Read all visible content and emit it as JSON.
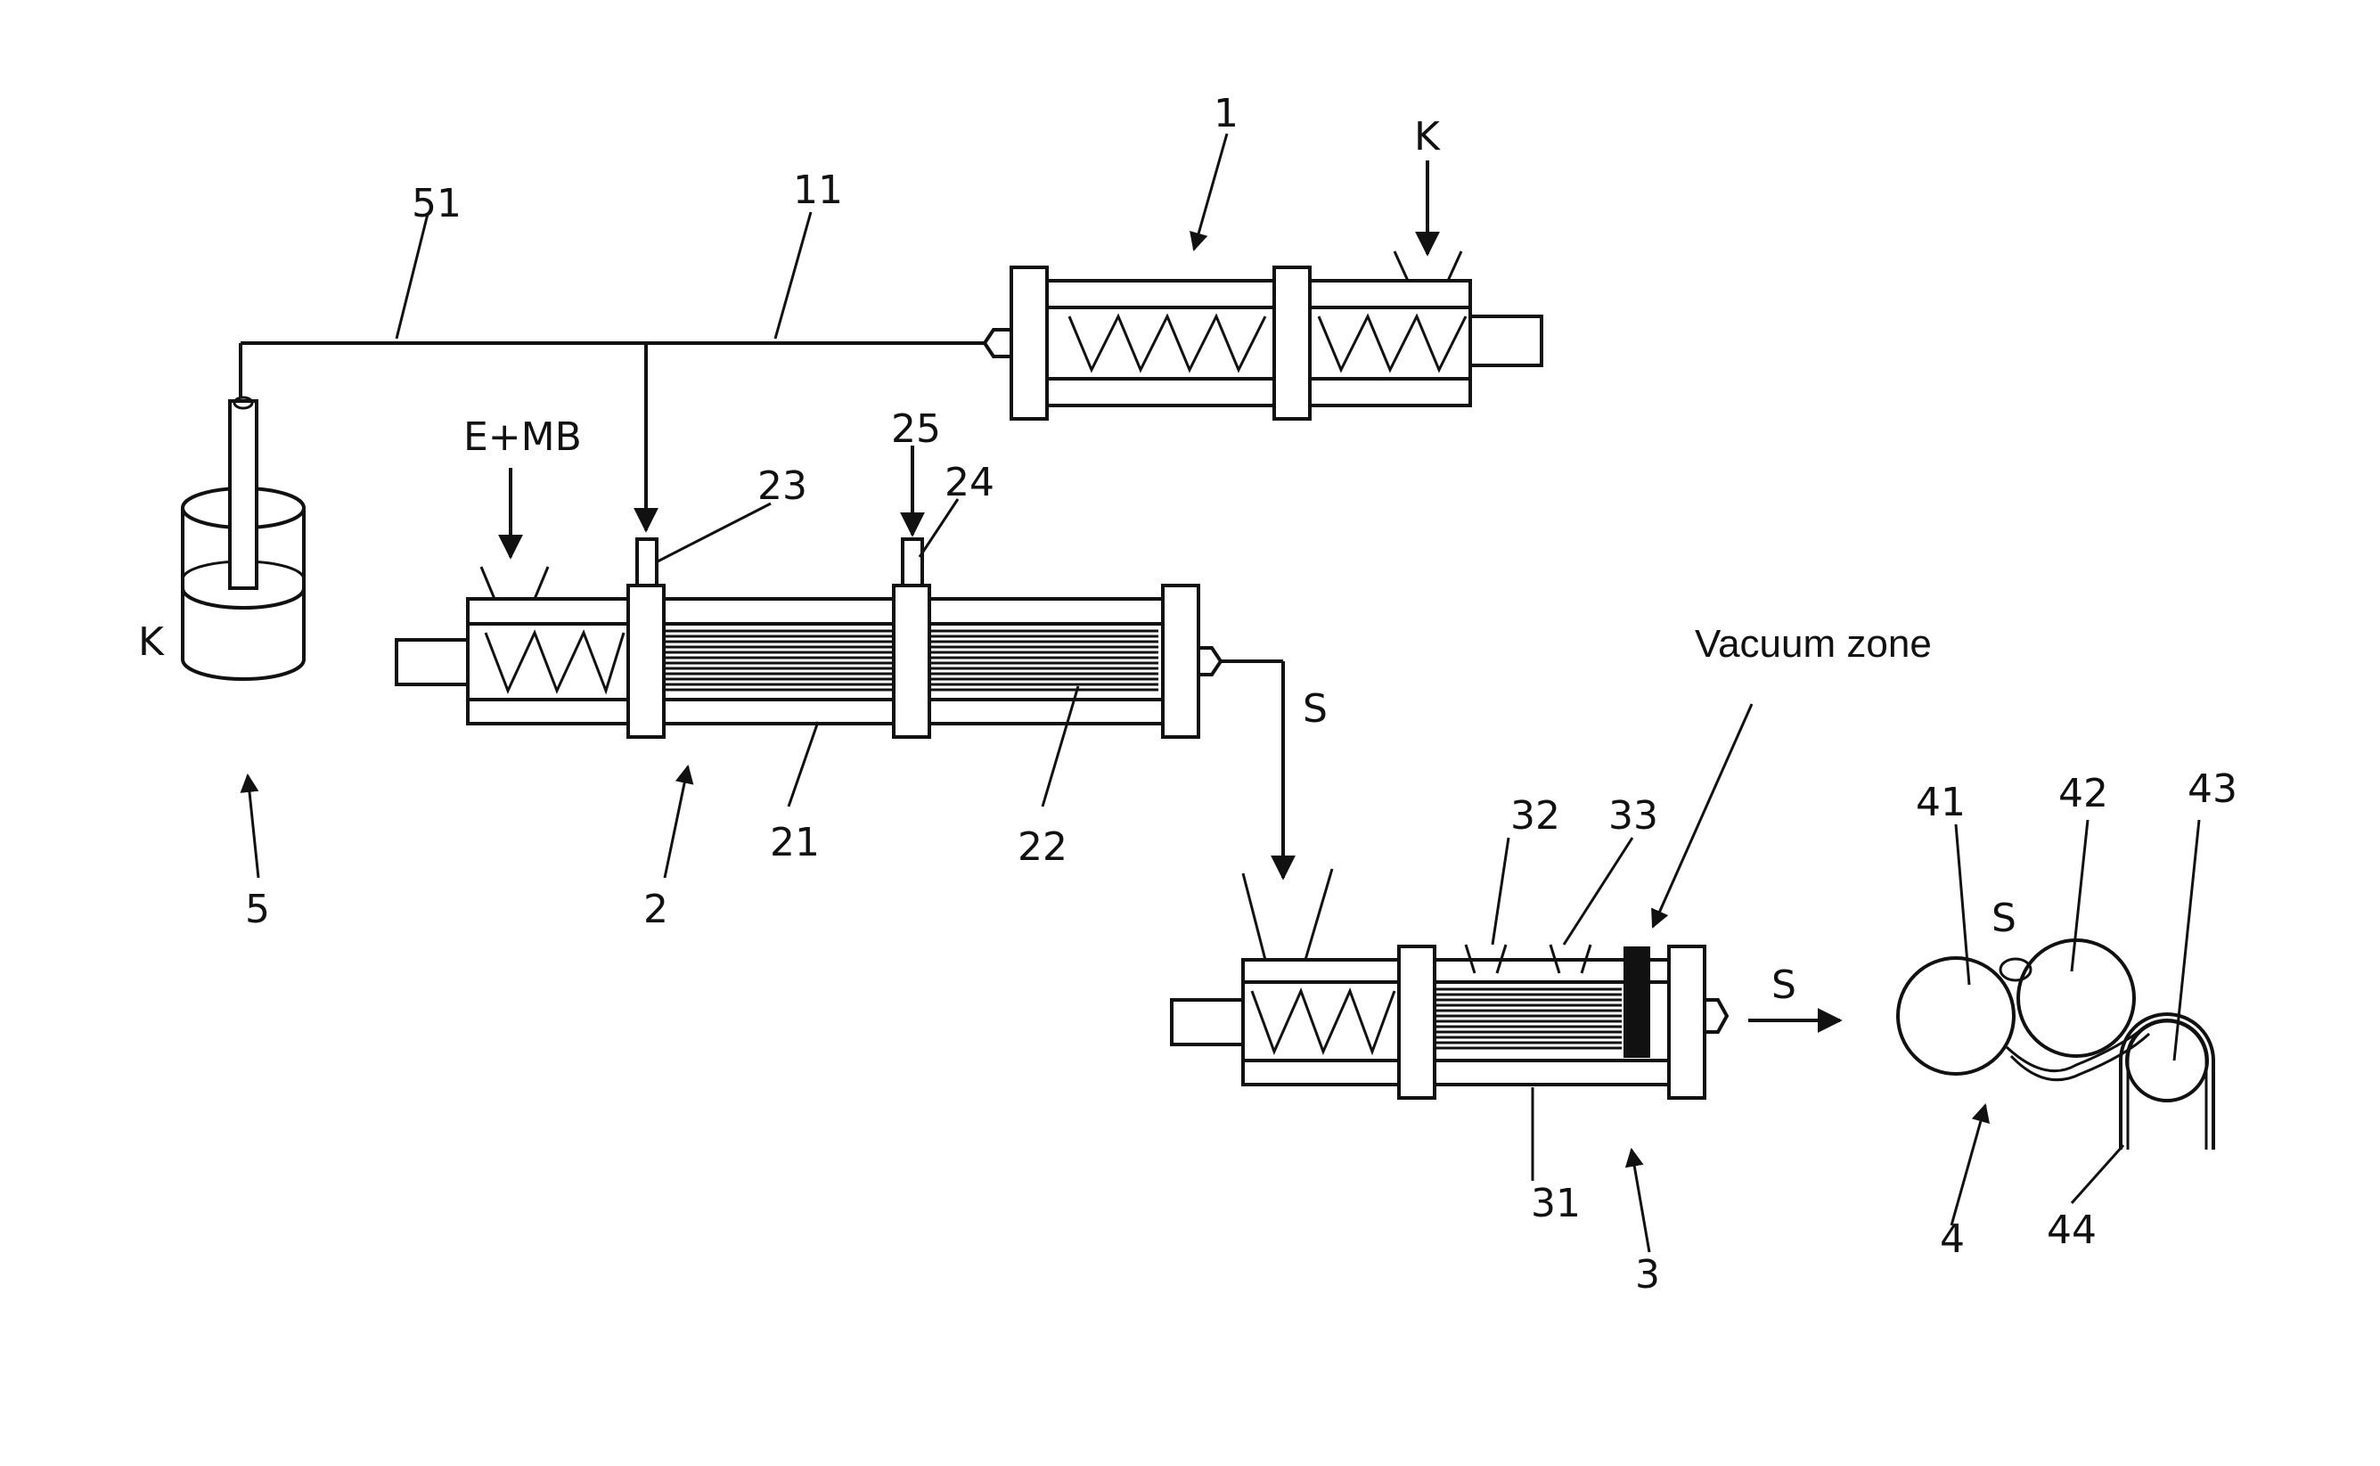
{
  "labels": {
    "n1": "1",
    "k_top": "K",
    "n51": "51",
    "n11": "11",
    "emb": "E+MB",
    "n23": "23",
    "n25": "25",
    "n24": "24",
    "k_left": "K",
    "n5": "5",
    "n2": "2",
    "n21": "21",
    "n22": "22",
    "s_mid": "S",
    "vacuum": "Vacuum zone",
    "n32": "32",
    "n33": "33",
    "n31": "31",
    "n3": "3",
    "s_out": "S",
    "n41": "41",
    "n42": "42",
    "n43": "43",
    "s_roll": "S",
    "n4": "4",
    "n44": "44"
  }
}
